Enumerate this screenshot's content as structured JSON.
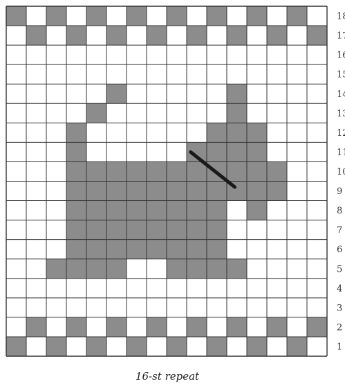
{
  "caption": "16-st repeat",
  "row_numbers": [
    "18",
    "17",
    "16",
    "15",
    "14",
    "13",
    "12",
    "11",
    "10",
    "9",
    "8",
    "7",
    "6",
    "5",
    "4",
    "3",
    "2",
    "1"
  ],
  "colors": {
    "background": "#ffffff",
    "filled": "#8c8c8c",
    "grid": "#333333",
    "stitch_line": "#1a1a1a"
  },
  "chart_data": {
    "type": "knitting-colorwork-chart",
    "stitches_per_row": 16,
    "rows_count": 18,
    "row_numbering": "bottom-to-top",
    "legend": "none",
    "filled_cells_by_row": {
      "18": [
        1,
        3,
        5,
        7,
        9,
        11,
        13,
        15
      ],
      "17": [
        2,
        4,
        6,
        8,
        10,
        12,
        14,
        16
      ],
      "16": [],
      "15": [],
      "14": [
        6,
        12
      ],
      "13": [
        5,
        12
      ],
      "12": [
        4,
        11,
        12,
        13
      ],
      "11": [
        4,
        10,
        11,
        12,
        13
      ],
      "10": [
        4,
        5,
        6,
        7,
        8,
        9,
        10,
        11,
        12,
        13,
        14
      ],
      "9": [
        4,
        5,
        6,
        7,
        8,
        9,
        10,
        11,
        12,
        13,
        14
      ],
      "8": [
        4,
        5,
        6,
        7,
        8,
        9,
        10,
        11,
        13
      ],
      "7": [
        4,
        5,
        6,
        7,
        8,
        9,
        10,
        11
      ],
      "6": [
        4,
        5,
        6,
        7,
        8,
        9,
        10,
        11
      ],
      "5": [
        3,
        4,
        5,
        6,
        9,
        10,
        11,
        12
      ],
      "4": [],
      "3": [],
      "2": [
        2,
        4,
        6,
        8,
        10,
        12,
        14,
        16
      ],
      "1": [
        1,
        3,
        5,
        7,
        9,
        11,
        13,
        15
      ]
    },
    "stitch_line": {
      "from": {
        "stitch": 10,
        "row": 10.5
      },
      "to": {
        "stitch": 12,
        "row": 8.7
      }
    }
  }
}
